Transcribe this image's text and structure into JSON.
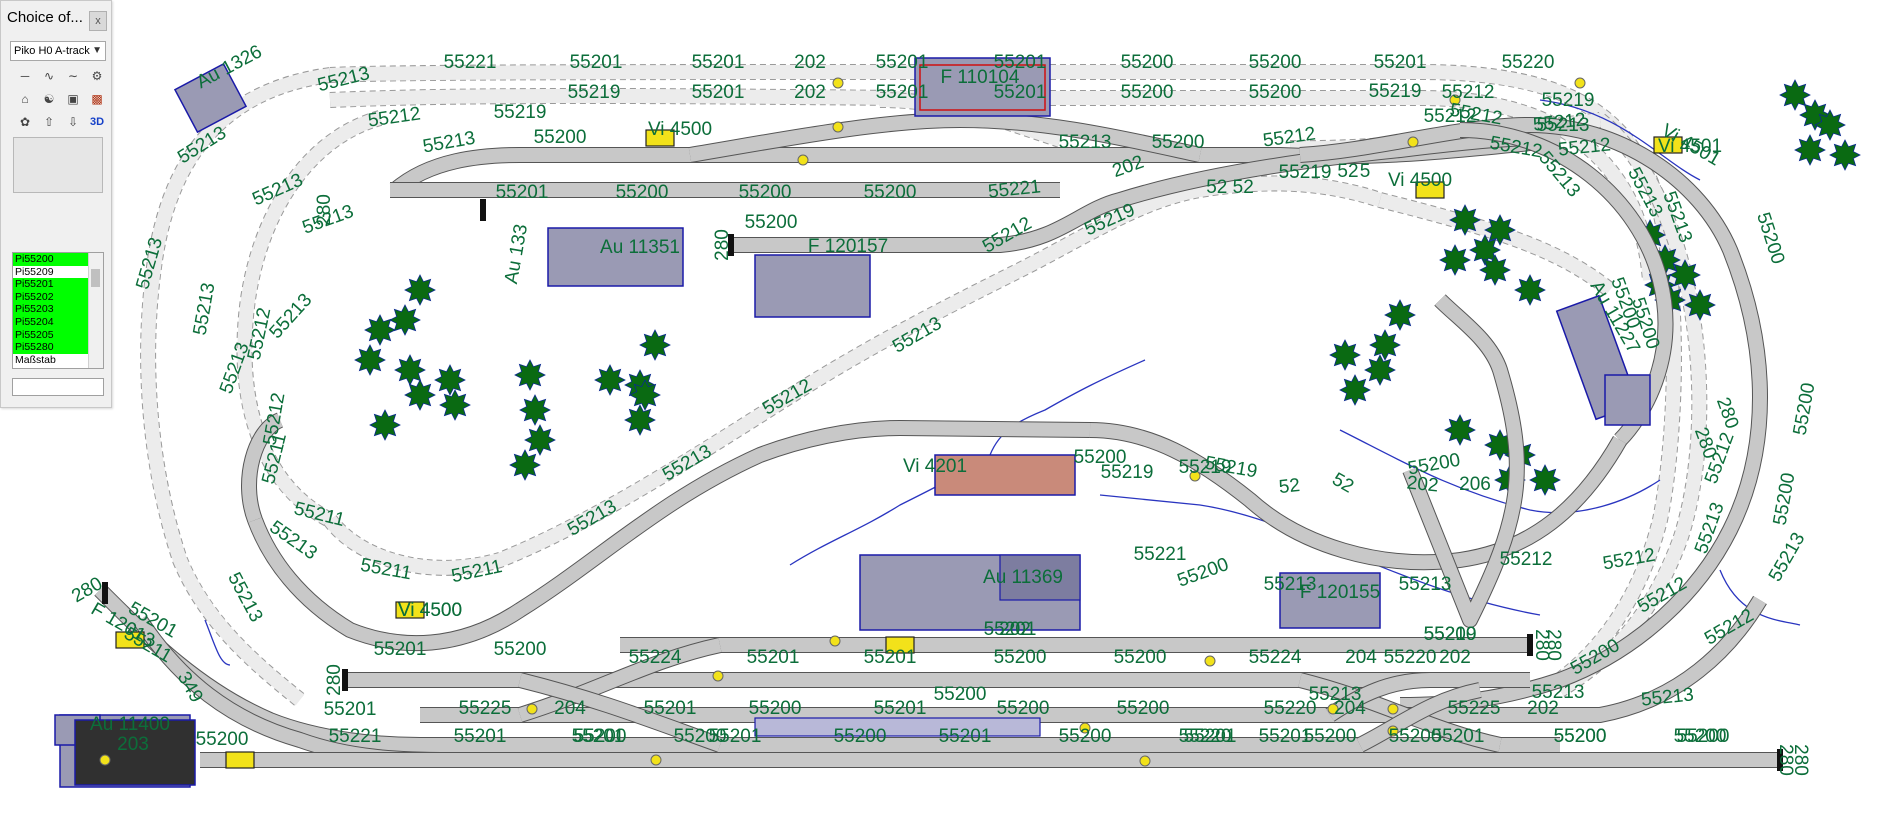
{
  "panel": {
    "title": "Choice of...",
    "close_glyph": "x",
    "catalog_select": "Piko H0 A-track",
    "tools_row1": [
      "straight-track-tool",
      "curve-track-tool",
      "flex-track-tool",
      "turntable-tool"
    ],
    "tools_row2": [
      "station-building-tool",
      "signal-tool",
      "platform-tool",
      "roof-tool"
    ],
    "tools_row3": [
      "tree-tool",
      "terrain-up-tool",
      "terrain-down-tool",
      "3d-view-tool"
    ],
    "tool_3d_label": "3D",
    "list_items": [
      {
        "label": "Pi55200",
        "selected": true
      },
      {
        "label": "Pi55209",
        "selected": false
      },
      {
        "label": "Pi55201",
        "selected": true
      },
      {
        "label": "Pi55202",
        "selected": true
      },
      {
        "label": "Pi55203",
        "selected": true
      },
      {
        "label": "Pi55204",
        "selected": true
      },
      {
        "label": "Pi55205",
        "selected": true
      },
      {
        "label": "Pi55280",
        "selected": true
      },
      {
        "label": "Maßstab",
        "selected": false
      }
    ]
  },
  "colors": {
    "track_fill": "#c8c8c8",
    "track_outline": "#555555",
    "hidden_track": "#ececec",
    "label": "#0c6e3a",
    "building_fill": "#9a9ab4",
    "building_outline": "#1a1aa8",
    "tree": "#0a6a12",
    "signal": "#f2e21a",
    "wire": "#2a35c0"
  },
  "track_labels": [
    "55221",
    "55201",
    "55201",
    "202",
    "55201",
    "55201",
    "55200",
    "55200",
    "55201",
    "55220",
    "55219",
    "55201",
    "202",
    "55201",
    "55201",
    "55200",
    "55200",
    "55219",
    "55213",
    "55213",
    "55212",
    "55219",
    "55213",
    "55213",
    "55213",
    "55213",
    "55213",
    "55213",
    "55213",
    "55212",
    "55212",
    "55211",
    "55211",
    "55211",
    "55211",
    "55213",
    "55213",
    "55200",
    "55201",
    "55200",
    "55200",
    "55200",
    "55221",
    "202",
    "55219",
    "52 52",
    "55219",
    "55212",
    "55213",
    "55212",
    "55212",
    "55200",
    "55212",
    "55213",
    "55212",
    "55213",
    "55213",
    "55212",
    "55212",
    "55212",
    "55213",
    "55213",
    "55213",
    "55200",
    "55200",
    "55200",
    "55200",
    "55200",
    "55200",
    "55219",
    "55219",
    "55200",
    "55219",
    "52",
    "52",
    "202",
    "55212",
    "55212",
    "55212",
    "55213",
    "55213",
    "55212",
    "55212",
    "55200",
    "55213",
    "55213",
    "55201",
    "55211",
    "55213",
    "55213",
    "55219",
    "55200",
    "55200",
    "55221",
    "55200",
    "55201",
    "202",
    "55201",
    "55200",
    "55224",
    "55201",
    "55201",
    "55200",
    "55200",
    "55224",
    "204",
    "55220",
    "55225",
    "204",
    "55201",
    "55200",
    "55201",
    "55200",
    "55200",
    "55220",
    "204",
    "55225",
    "202",
    "55213",
    "55221",
    "55201",
    "55201",
    "55201",
    "55200",
    "55201",
    "55200",
    "55220",
    "55200",
    "55201",
    "55200",
    "55200",
    "55200",
    "55201",
    "55200",
    "55200",
    "55200",
    "55201",
    "55200",
    "55201",
    "55200",
    "55212",
    "55219",
    "52",
    "5",
    "55213",
    "55200"
  ],
  "end_labels": [
    "280",
    "280",
    "280",
    "280",
    "280",
    "280",
    "280",
    "280"
  ],
  "building_labels": [
    "Au 1326",
    "Au 11351",
    "F 120157",
    "Au 11369",
    "F 120155",
    "Au 11400",
    "F 110104",
    "Au 133",
    "Au 11227",
    "Vi 4501"
  ],
  "vehicle_labels": [
    "Vi 4500",
    "Vi 4500",
    "Vi 4501",
    "Vi 4500",
    "Vi 4500",
    "Vi 4201",
    "F 12013",
    "349",
    "203"
  ],
  "switch_labels": [
    "202",
    "280",
    "206",
    "280"
  ]
}
